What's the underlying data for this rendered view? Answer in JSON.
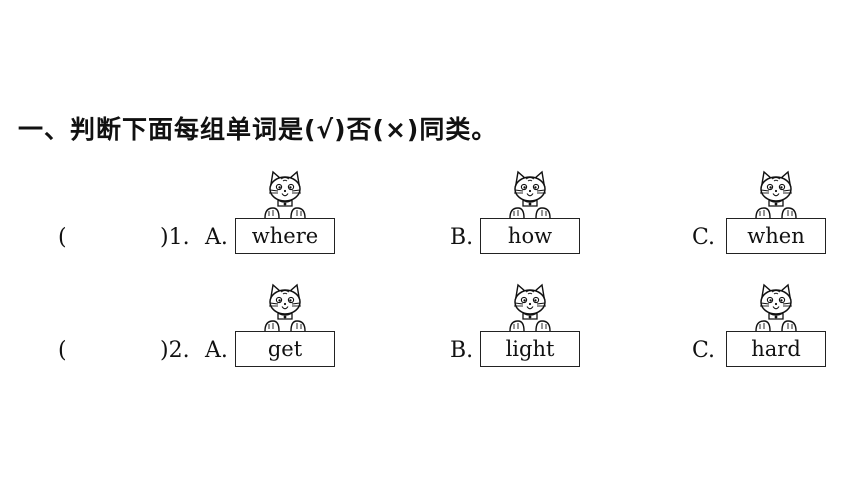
{
  "instruction": "一、判断下面每组单词是(√)否(×)同类。",
  "questions": [
    {
      "paren_open": "(",
      "number": ")1.",
      "options": [
        {
          "letter": "A.",
          "word": "where"
        },
        {
          "letter": "B.",
          "word": "how"
        },
        {
          "letter": "C.",
          "word": "when"
        }
      ]
    },
    {
      "paren_open": "(",
      "number": ")2.",
      "options": [
        {
          "letter": "A.",
          "word": "get"
        },
        {
          "letter": "B.",
          "word": "light"
        },
        {
          "letter": "C.",
          "word": "hard"
        }
      ]
    }
  ],
  "icons": {
    "option_decoration": "cat-icon"
  },
  "colors": {
    "ink": "#111111",
    "paper": "#ffffff"
  }
}
